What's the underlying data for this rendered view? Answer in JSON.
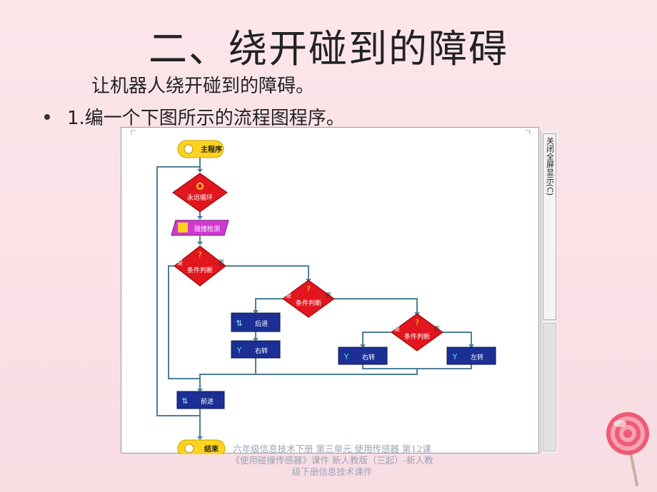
{
  "slide": {
    "title": "二、绕开碰到的障碍",
    "subtitle": "让机器人绕开碰到的障碍。",
    "bullet": "1.编一个下图所示的流程图程序。"
  },
  "flowchart": {
    "start": "主程序",
    "loop": "永远循环",
    "sensor": "碰撞检测",
    "cond1": "条件判断",
    "cond2": "条件判断",
    "cond3": "条件判断",
    "yes": "是",
    "no": "否",
    "back": "后退",
    "turn_right_1": "右转",
    "turn_right_2": "右转",
    "turn_left": "左转",
    "forward": "前进",
    "end": "结束"
  },
  "side_panel": {
    "label": "关闭全屏显示(C)"
  },
  "caption": "六年级信息技术下册 第三单元 使用传感器 第12课《使用碰撞传感器》课件 新人教版（三起）-新人教级下册信息技术课件",
  "colors": {
    "background": "#f8dde3",
    "diamond": "#e1161f",
    "block": "#1c2f95",
    "sensor": "#d03ad0",
    "terminal": "#ffd21f",
    "line": "#4c7f96"
  }
}
